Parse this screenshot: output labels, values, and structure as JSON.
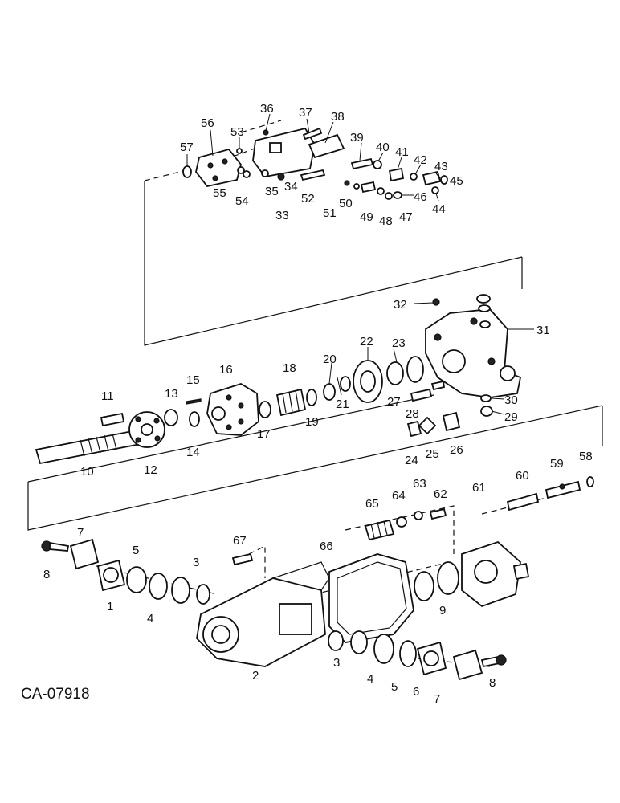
{
  "drawing_code": "CA-07918",
  "labels": [
    "1",
    "2",
    "3",
    "3",
    "4",
    "4",
    "5",
    "5",
    "6",
    "7",
    "7",
    "8",
    "8",
    "9",
    "10",
    "11",
    "12",
    "13",
    "14",
    "15",
    "16",
    "17",
    "18",
    "19",
    "20",
    "21",
    "22",
    "23",
    "24",
    "25",
    "26",
    "27",
    "28",
    "29",
    "30",
    "31",
    "32",
    "33",
    "34",
    "35",
    "36",
    "37",
    "38",
    "39",
    "40",
    "41",
    "42",
    "43",
    "44",
    "45",
    "46",
    "47",
    "48",
    "49",
    "50",
    "51",
    "52",
    "53",
    "54",
    "55",
    "56",
    "57",
    "58",
    "59",
    "60",
    "61",
    "62",
    "63",
    "64",
    "65",
    "66",
    "67"
  ]
}
